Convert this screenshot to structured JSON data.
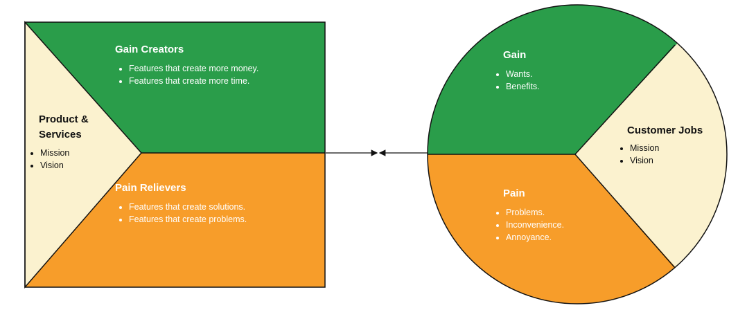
{
  "colors": {
    "green": "#2a9d4a",
    "orange": "#f79d2a",
    "cream": "#fbf2cf",
    "outline": "#111111"
  },
  "value_proposition": {
    "gain_creators": {
      "title": "Gain Creators",
      "items": [
        "Features that create more money.",
        "Features that create more time."
      ]
    },
    "pain_relievers": {
      "title": "Pain Relievers",
      "items": [
        "Features that create solutions.",
        "Features that create problems."
      ]
    },
    "products_services": {
      "title_line1": "Product &",
      "title_line2": "Services",
      "items": [
        "Mission",
        "Vision"
      ]
    }
  },
  "customer_profile": {
    "gain": {
      "title": "Gain",
      "items": [
        "Wants.",
        "Benefits."
      ]
    },
    "pain": {
      "title": "Pain",
      "items": [
        "Problems.",
        "Inconvenience.",
        "Annoyance."
      ]
    },
    "customer_jobs": {
      "title": "Customer Jobs",
      "items": [
        "Mission",
        "Vision"
      ]
    }
  },
  "connector": {
    "icon": "double-arrow-icon"
  }
}
